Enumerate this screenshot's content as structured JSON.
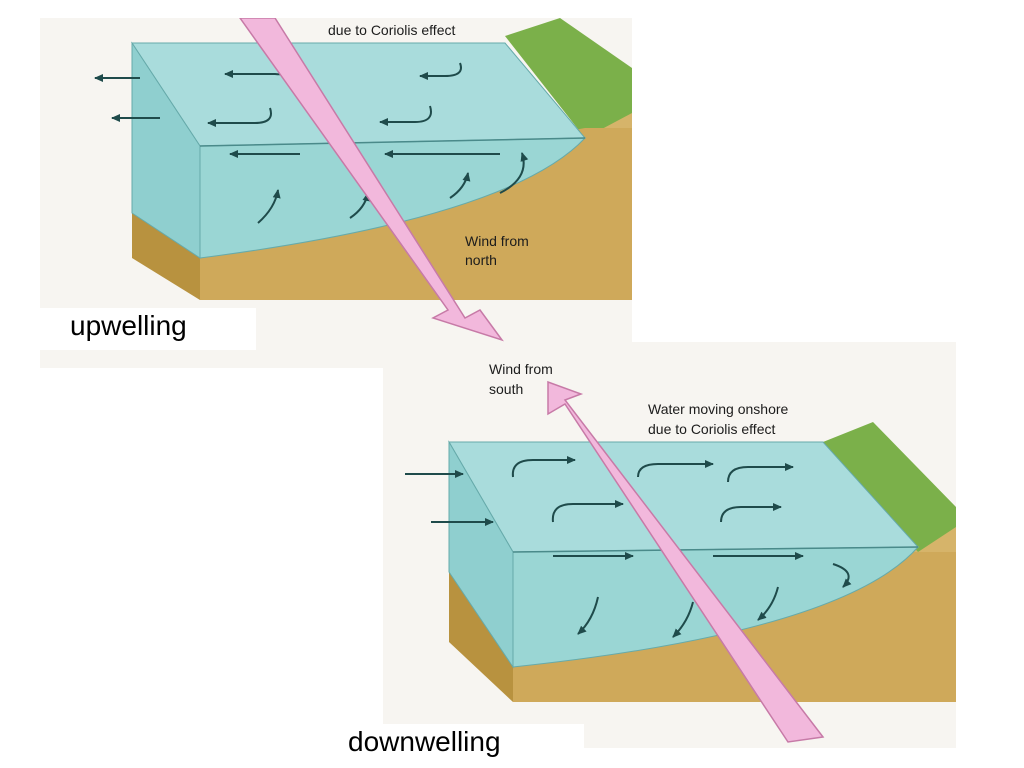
{
  "top_panel": {
    "caption": "upwelling",
    "coriolis_label": "due to Coriolis effect",
    "wind_label_line1": "Wind from",
    "wind_label_line2": "north"
  },
  "bottom_panel": {
    "caption": "downwelling",
    "wind_label_line1": "Wind from",
    "wind_label_line2": "south",
    "water_label_line1": "Water moving onshore",
    "water_label_line2": "due to Coriolis effect"
  },
  "colors": {
    "water_top": "#a9dcdc",
    "water_side": "#8fd0cf",
    "sand": "#d6b46a",
    "land_green": "#7bb04a",
    "wind_arrow": "#f2b8dc",
    "current_arrow": "#1f4b4b"
  }
}
